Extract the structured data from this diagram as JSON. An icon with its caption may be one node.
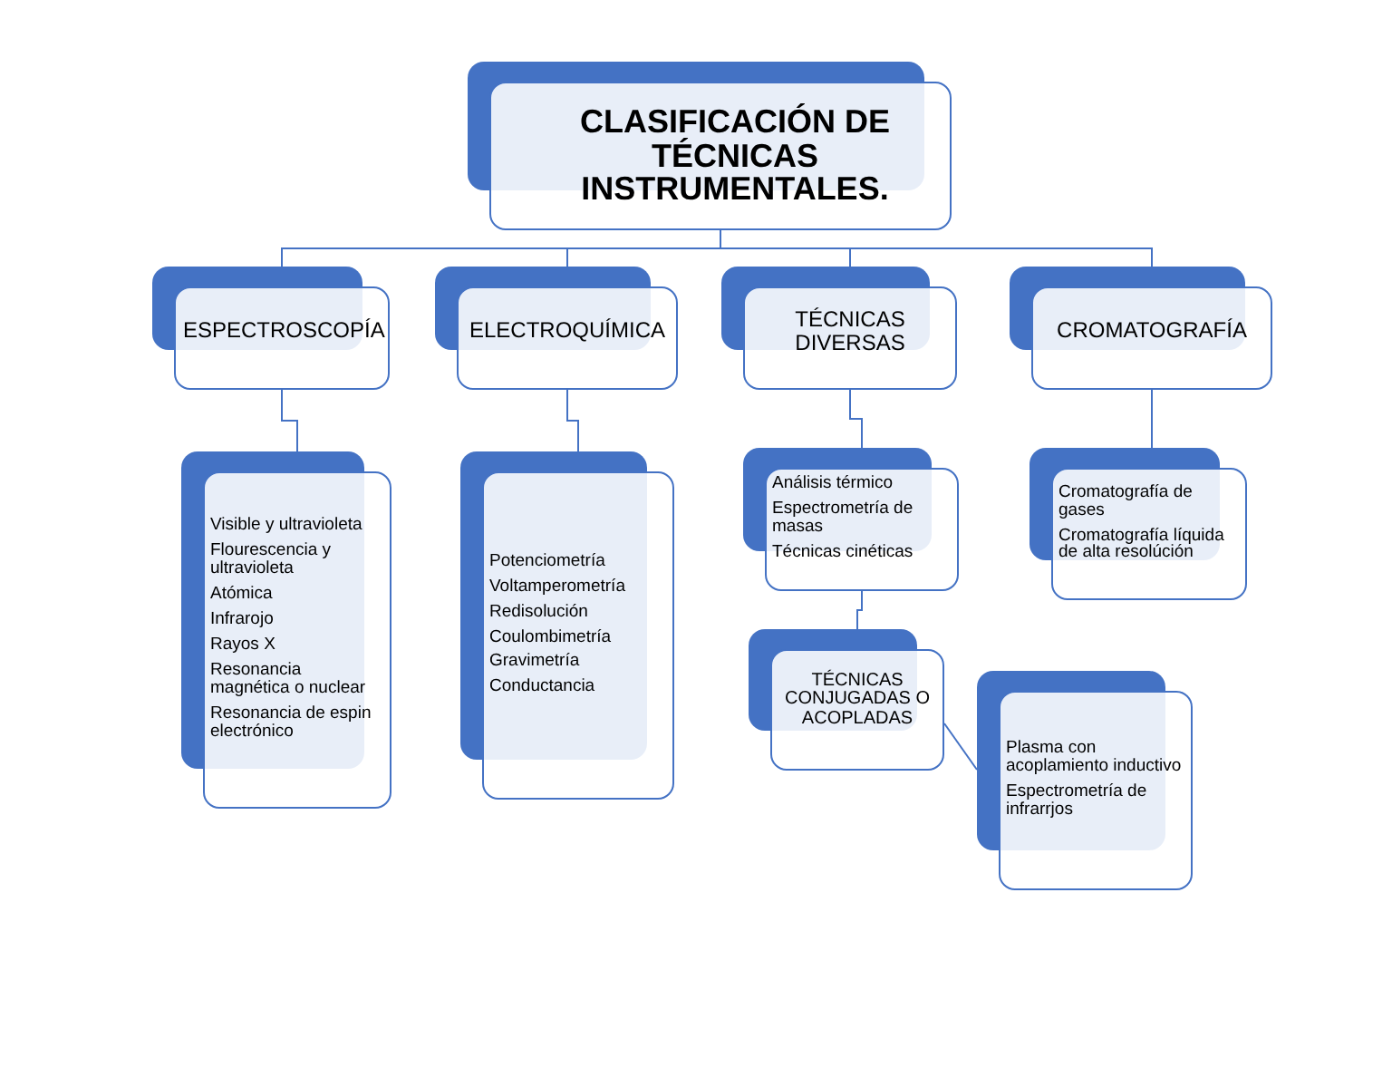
{
  "diagram": {
    "nodes": [
      {
        "text": [
          "**CLASIFICACIÓN DE TÉCNICAS INSTRUMENTALES**."
        ]
      },
      {
        "text": [
          "ESPECTROSCOPÍA"
        ]
      },
      {
        "text": [
          "ELECTROQUÍMICA"
        ]
      },
      {
        "text": [
          "TÉCNICAS DIVERSAS"
        ]
      },
      {
        "text": [
          "CROMATOGRAFÍA"
        ]
      },
      {
        "text": [
          "Visible y ultravioleta",
          "Flourescencia y ultravioleta",
          "Atómica",
          "Infrarojo",
          "Rayos X",
          "Resonancia magnética o nuclear",
          "Resonancia de espin electrónico"
        ]
      },
      {
        "text": [
          "Potenciometría",
          "Voltamperometría",
          "Redisolución",
          "Coulombimetría",
          "Gravimetría",
          "Conductancia"
        ]
      },
      {
        "text": [
          "Análisis térmico",
          "Espectrometría de masas",
          "Técnicas cinéticas"
        ]
      },
      {
        "text": [
          "Cromatografía de gases",
          "Cromatografía líquida de alta resolúción"
        ]
      },
      {
        "text": [
          "TÉCNICAS CONJUGADAS O ACOPLADAS"
        ]
      },
      {
        "text": [
          "Plasma con acoplamiento inductivo",
          "Espectrometría de infrarrjos"
        ]
      }
    ],
    "edges": [
      {
        "from": 0,
        "to": 1,
        "arrow": "none"
      },
      {
        "from": 0,
        "to": 2,
        "arrow": "none"
      },
      {
        "from": 0,
        "to": 3,
        "arrow": "none"
      },
      {
        "from": 0,
        "to": 4,
        "arrow": "none"
      },
      {
        "from": 1,
        "to": 5,
        "arrow": "none"
      },
      {
        "from": 2,
        "to": 6,
        "arrow": "none"
      },
      {
        "from": 3,
        "to": 7,
        "arrow": "none"
      },
      {
        "from": 4,
        "to": 8,
        "arrow": "none"
      },
      {
        "from": 7,
        "to": 9,
        "arrow": "none"
      },
      {
        "from": 9,
        "to": 10,
        "arrow": "none"
      }
    ]
  }
}
